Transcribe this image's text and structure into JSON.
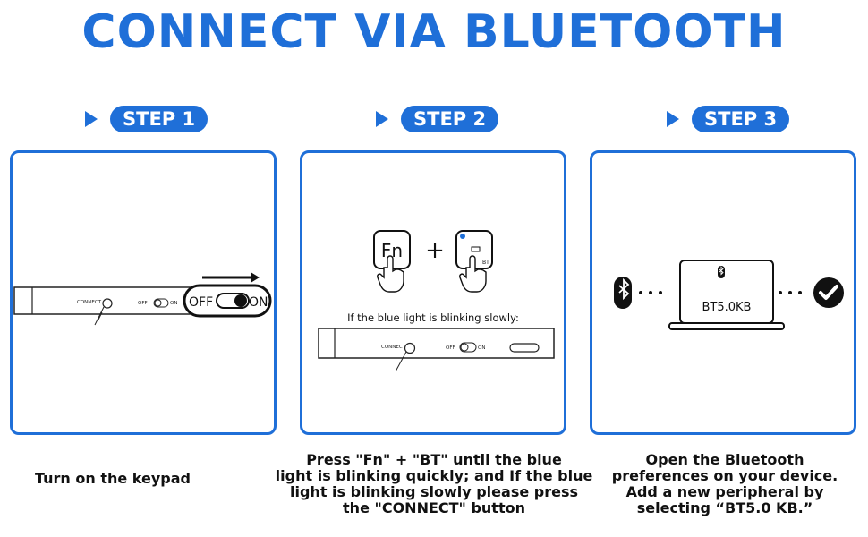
{
  "title": "CONNECT VIA BLUETOOTH",
  "accent_color": "#1f6fd8",
  "steps": [
    {
      "label": "STEP 1",
      "caption": "Turn on the keypad",
      "device": {
        "connect_label": "CONNECT",
        "switch_off": "OFF",
        "switch_on": "ON"
      }
    },
    {
      "label": "STEP 2",
      "keys": {
        "fn": "Fn",
        "plus": "+",
        "bt": "BT"
      },
      "note": "If the blue light is blinking slowly:",
      "device": {
        "connect_label": "CONNECT",
        "switch_off": "OFF",
        "switch_on": "ON"
      },
      "caption_lines": [
        "Press \"Fn\" + \"BT\" until the blue",
        "light is blinking quickly; and If the blue",
        "light is blinking slowly please press",
        "the \"CONNECT\" button"
      ]
    },
    {
      "label": "STEP 3",
      "laptop_label": "BT5.0KB",
      "caption_lines": [
        "Open the Bluetooth",
        "preferences on your device.",
        "Add a new peripheral by",
        "selecting “BT5.0 KB.”"
      ]
    }
  ]
}
